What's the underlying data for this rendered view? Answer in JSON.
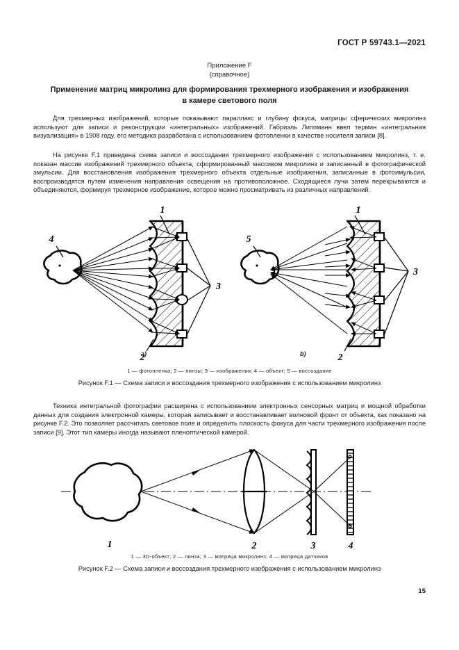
{
  "header": {
    "standard_code": "ГОСТ Р 59743.1—2021"
  },
  "annex": {
    "label": "Приложение F",
    "kind": "(справочное)",
    "title_line_1": "Применение матриц микролинз для формирования трехмерного изображения и изображения",
    "title_line_2": "в камере светового поля"
  },
  "paragraphs": {
    "p1": "Для трехмерных изображений, которые показывают параллакс и глубину фокуса, матрицы сферических микролинз используют для записи и реконструкции «интегральных» изображений. Габриэль Липпманн ввел термин «интегральная визуализация» в 1908 году, его методика разработана с использованием фотопленки в качестве носителя записи [8].",
    "p2": "На рисунке F.1 приведена схема записи и воссоздания трехмерного изображения с использованием микролинз, т. е. показан массив изображений трехмерного объекта, сформированный массивом микролинз и записанный в фотографической эмульсии. Для восстановления изображения трехмерного объекта отдельные изображения, записанные в фотоимульсии, воспроизводятся путем изменения направления освещения на противоположное. Сходящиеся лучи затем перекрываются и объединяются, формируя трехмерное изображение, которое можно просматривать из различных направлений.",
    "p3": "Техника интегральной фотографии расширена с использованием электронных сенсорных матриц и мощной обработки данных для создания электронной камеры, которая записывает и восстанавливает волновой фронт от объекта, как показано на рисунке F.2. Это позволяет рассчитать световое поле и определить плоскость фокуса для части трехмерного изображения после записи [9]. Этот тип камеры иногда называют пленоптической камерой."
  },
  "figure_1": {
    "sublabel_a": "a)",
    "sublabel_b": "b)",
    "callout_a_1": "1",
    "callout_a_2": "2",
    "callout_a_3": "3",
    "callout_a_4": "4",
    "callout_b_1": "1",
    "callout_b_2": "2",
    "callout_b_3": "3",
    "callout_b_5": "5",
    "legend": "1 — фотопленка; 2 — линзы; 3 — изображения; 4 — объект; 5 — воссоздание",
    "caption": "Рисунок F.1 — Схема записи и воссоздания трехмерного изображения с использованием микролинз"
  },
  "figure_2": {
    "callout_1": "1",
    "callout_2": "2",
    "callout_3": "3",
    "callout_4": "4",
    "legend": "1 — 3D-объект; 2 — линза; 3 — матрица микролинз; 4 — матрица датчиков",
    "caption": "Рисунок F.2 — Схема записи и воссоздания трехмерного изображения с использованием микролинз"
  },
  "footer": {
    "page_number": "15"
  },
  "colors": {
    "text": "#1a1a1a",
    "ink": "#000000",
    "page": "#ffffff"
  }
}
